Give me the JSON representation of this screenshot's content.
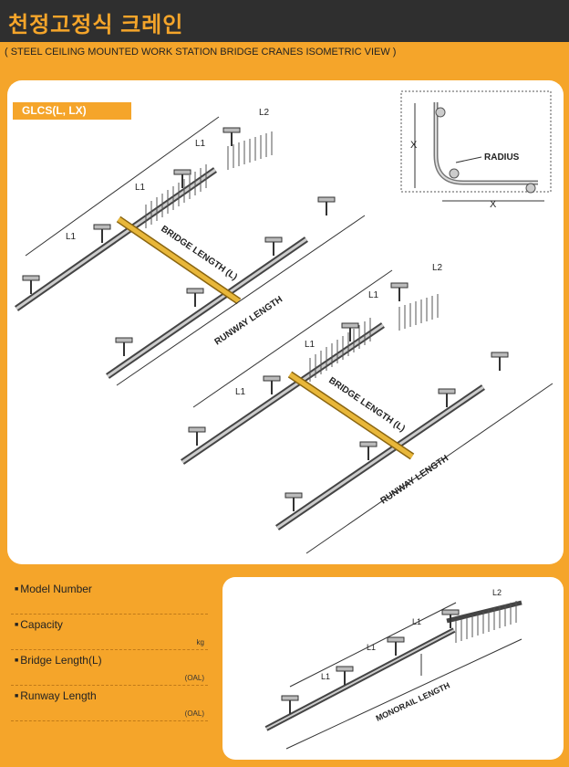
{
  "header": {
    "title": "천정고정식 크레인"
  },
  "subtitle": "( STEEL CEILING MOUNTED WORK STATION BRIDGE CRANES ISOMETRIC VIEW )",
  "model_tag": "GLCS(L, LX)",
  "drawing": {
    "dim_l1": "L1",
    "dim_l2": "L2",
    "bridge_label": "BRIDGE LENGTH (L)",
    "runway_label": "RUNWAY LENGTH",
    "monorail_label": "MONORAIL LENGTH",
    "x_label": "X",
    "radius_label": "RADIUS"
  },
  "specs": [
    {
      "label": "Model Number",
      "unit": ""
    },
    {
      "label": "Capacity",
      "unit": "kg"
    },
    {
      "label": "Bridge Length(L)",
      "unit": "(OAL)"
    },
    {
      "label": "Runway Length",
      "unit": "(OAL)"
    }
  ],
  "colors": {
    "accent": "#f5a52a",
    "header_bg": "#2f2f2f",
    "bridge": "#e8b73a"
  }
}
